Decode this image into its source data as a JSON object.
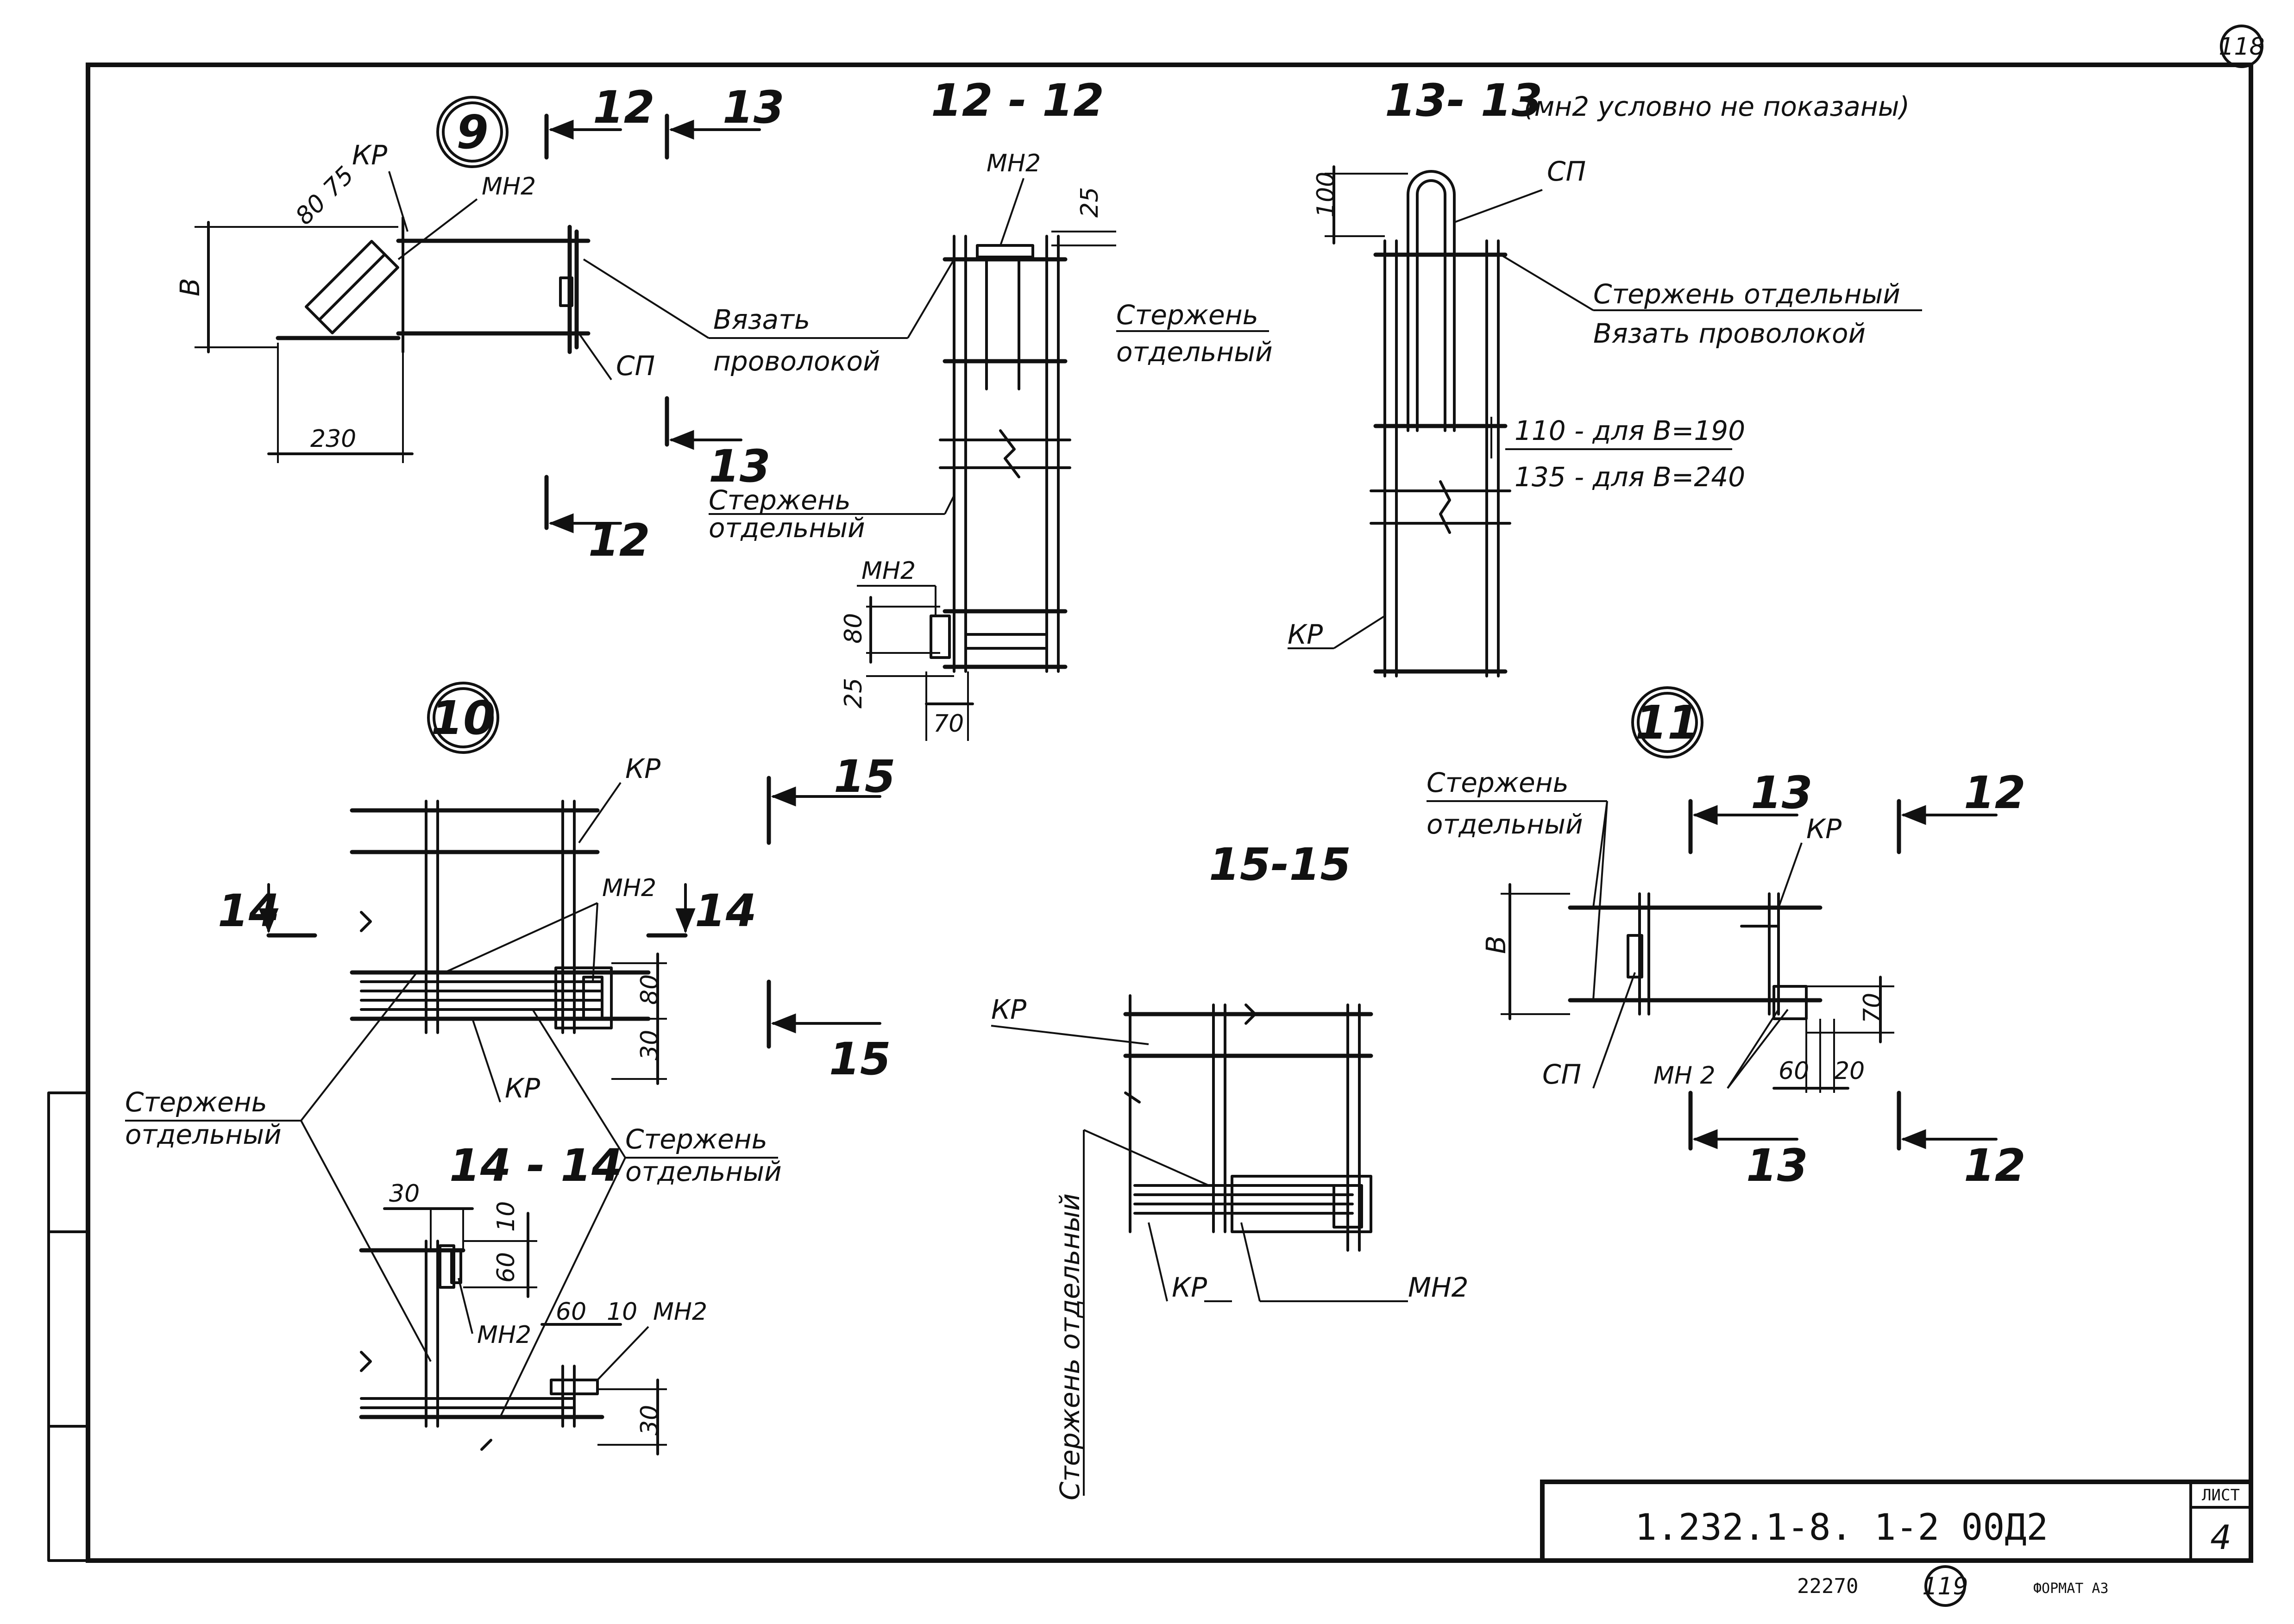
{
  "sheet": {
    "page_number_top": "118",
    "page_number_bottom": "119",
    "designation": "1.232.1-8. 1-2 00Д2",
    "sheet_label": "ЛИСТ",
    "sheet_number": "4",
    "archive_number": "22270",
    "format": "ФОРМАТ А3"
  },
  "detail9": {
    "id": "9",
    "kp": "КР",
    "mn2": "МН2",
    "sp": "СП",
    "b": "В",
    "dim_230": "230",
    "dim_80": "80",
    "dim_75": "75",
    "tie_line1": "Вязать",
    "tie_line2": "проволокой",
    "cut12_top": "12",
    "cut13_top": "13",
    "cut13_bottom": "13",
    "cut12_bottom": "12"
  },
  "section12": {
    "title": "12 - 12",
    "mn2_top": "МН2",
    "mn2_bottom": "МН2",
    "dim_25_top": "25",
    "dim_80": "80",
    "dim_25_bottom": "25",
    "dim_70": "70",
    "rod_line1": "Стержень",
    "rod_line2": "отдельный",
    "rod2_line1": "Стержень",
    "rod2_line2": "отдельный"
  },
  "section13": {
    "title": "13- 13",
    "note": "(мн2 условно не показаны)",
    "sp": "СП",
    "dim_100": "100",
    "rod_label": "Стержень отдельный",
    "tie_label": "Вязать проволокой",
    "dim_110": "110 - для В=190",
    "dim_135": "135 - для В=240",
    "kp": "КР"
  },
  "detail10": {
    "id": "10",
    "kp_top": "КР",
    "mn2": "МН2",
    "kp_bottom": "КР",
    "dim_80": "80",
    "dim_30": "30",
    "cut14_left": "14",
    "cut14_right": "14",
    "rod_left1": "Стержень",
    "rod_left2": "отдельный",
    "rod_right1": "Стержень",
    "rod_right2": "отдельный"
  },
  "section14": {
    "title": "14 - 14",
    "dim_30_top": "30",
    "dim_10_top": "10",
    "dim_60_side": "60",
    "mn2_a": "МН2",
    "dim_60": "60",
    "dim_10": "10",
    "mn2_b": "МН2",
    "dim_30": "30"
  },
  "section15": {
    "title": "15-15",
    "cut15_top": "15",
    "cut15_bottom": "15",
    "kp_top": "КР",
    "kp_bottom": "КР",
    "mn2": "МН2",
    "rod_vertical": "Стержень отдельный"
  },
  "detail11": {
    "id": "11",
    "rod_line1": "Стержень",
    "rod_line2": "отдельный",
    "cut13_top": "13",
    "cut12_top": "12",
    "kp": "КР",
    "b": "В",
    "dim_70": "70",
    "sp": "СП",
    "mn2": "МН 2",
    "dim_60": "60",
    "dim_20": "20",
    "cut13_bottom": "13",
    "cut12_bottom": "12"
  }
}
